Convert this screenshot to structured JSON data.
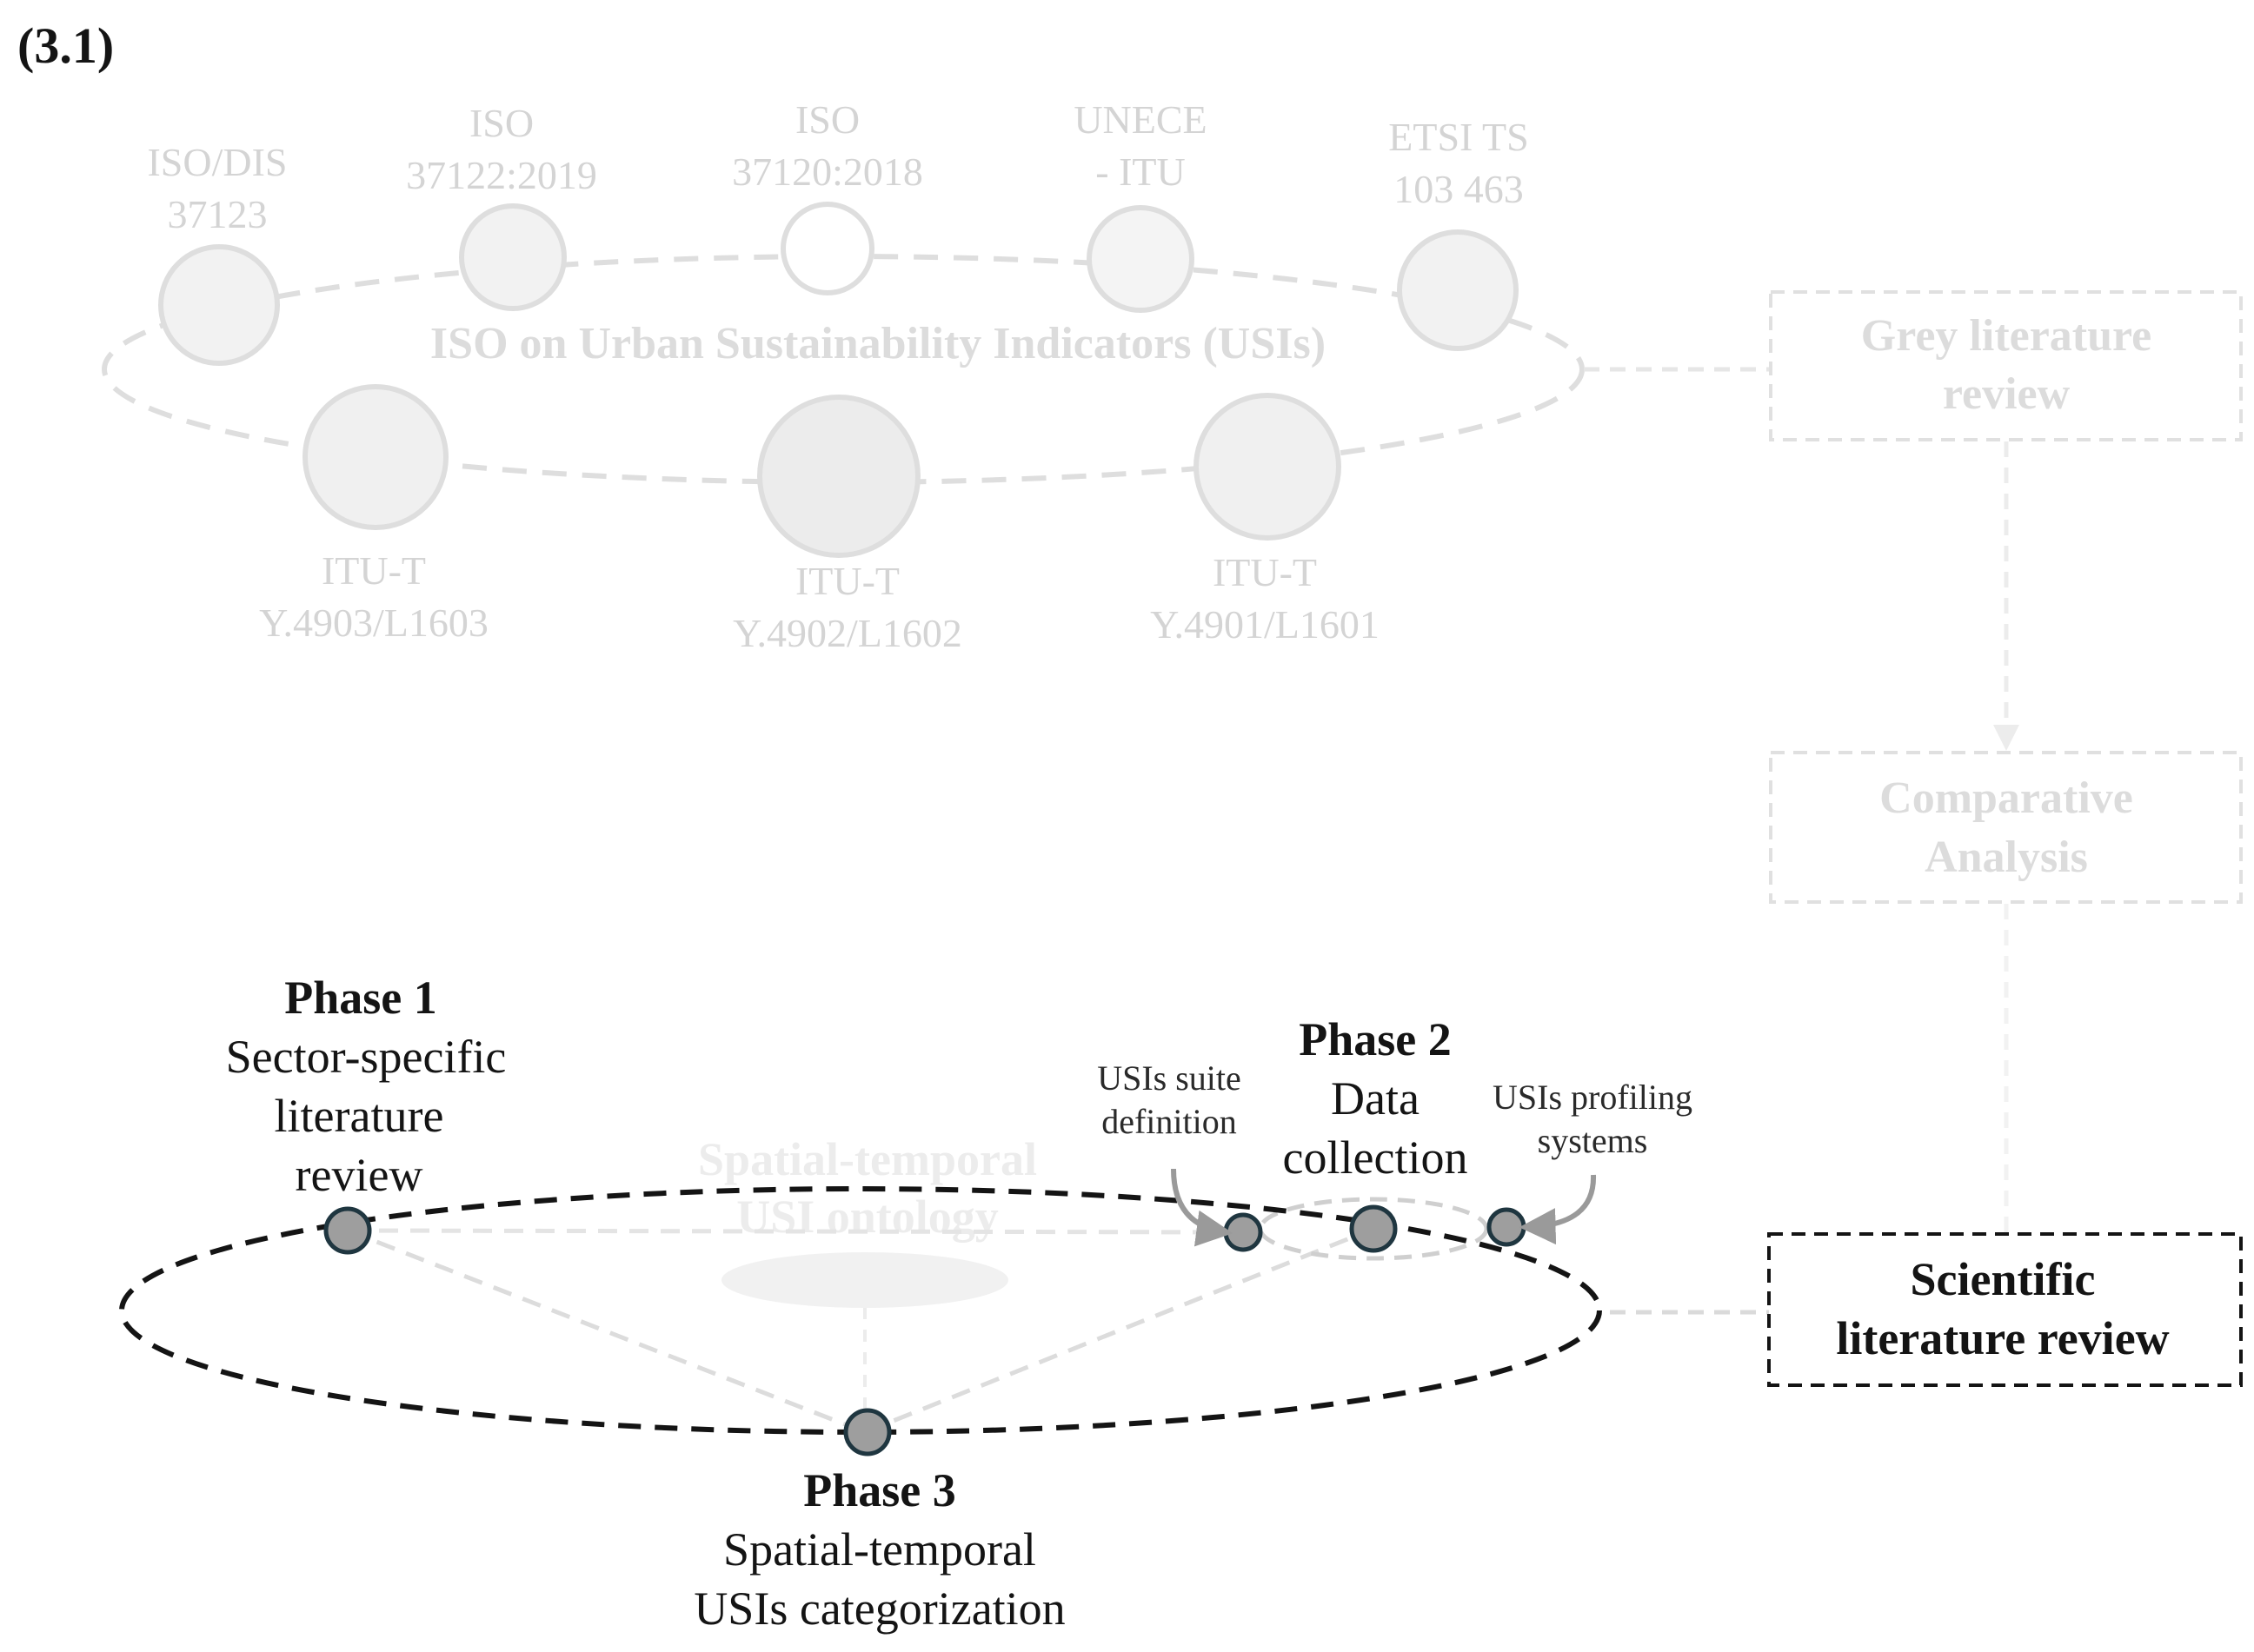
{
  "figure": {
    "label": "(3.1)"
  },
  "grey_literature": {
    "ring_label": "ISO on Urban Sustainability Indicators (USIs)",
    "standards": [
      {
        "lines": [
          "ISO/DIS",
          "37123"
        ]
      },
      {
        "lines": [
          "ISO",
          "37122:2019"
        ]
      },
      {
        "lines": [
          "ISO",
          "37120:2018"
        ]
      },
      {
        "lines": [
          "UNECE",
          "- ITU"
        ]
      },
      {
        "lines": [
          "ETSI TS",
          "103 463"
        ]
      },
      {
        "lines": [
          "ITU-T",
          "Y.4903/L1603"
        ]
      },
      {
        "lines": [
          "ITU-T",
          "Y.4902/L1602"
        ]
      },
      {
        "lines": [
          "ITU-T",
          "Y.4901/L1601"
        ]
      }
    ]
  },
  "process_boxes": {
    "grey": [
      "Grey literature",
      "review"
    ],
    "comparative": [
      "Comparative",
      "Analysis"
    ],
    "scientific": [
      "Scientific",
      "literature  review"
    ]
  },
  "scientific_literature": {
    "ontology_label": [
      "Spatial-temporal",
      "USI ontology"
    ],
    "phase1": {
      "title": "Phase 1",
      "lines": [
        "Sector-specific",
        "literature",
        "review"
      ]
    },
    "phase2": {
      "title": "Phase 2",
      "lines": [
        "Data",
        "collection"
      ],
      "suite": [
        "USIs suite",
        "definition"
      ],
      "profiling": [
        "USIs profiling",
        "systems"
      ]
    },
    "phase3": {
      "title": "Phase 3",
      "lines": [
        "Spatial-temporal",
        "USIs categorization"
      ]
    }
  },
  "colors": {
    "faded_stroke": "#dedede",
    "faded_fill": "#f2f2f2",
    "node_fill": "#9e9e9e",
    "node_stroke": "#1f3640",
    "dark_dash": "#141414"
  }
}
